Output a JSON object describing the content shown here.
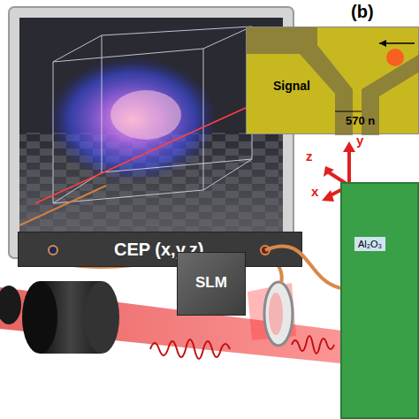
{
  "diagram": {
    "nodes": [
      {
        "text": [
          "CEP (x,y,z)"
        ]
      },
      {
        "text": [
          "SLM"
        ]
      },
      {
        "text": [
          "(b)",
          "Signal",
          "570 n"
        ]
      },
      {
        "text": [
          "Al₂O₃"
        ]
      }
    ],
    "edges": [
      {
        "from": 0,
        "to": 3,
        "arrow": "none"
      }
    ],
    "labels": [
      "z",
      "x",
      "y"
    ]
  }
}
